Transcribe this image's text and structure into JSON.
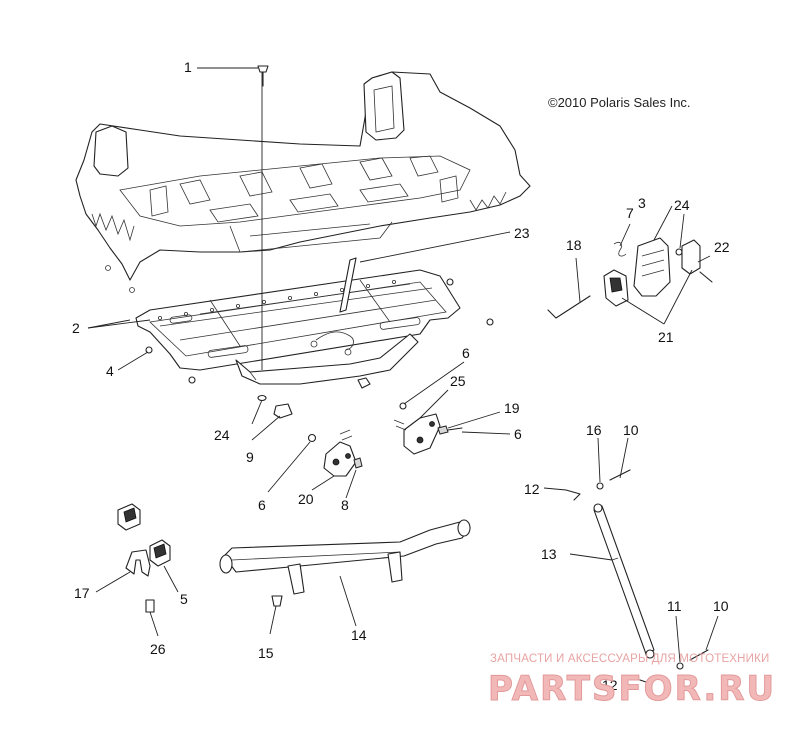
{
  "copyright": "©2010 Polaris Sales Inc.",
  "watermark": {
    "tagline": "ЗАПЧАСТИ И АКСЕССУАРЫ ДЛЯ МОТОТЕХНИКИ",
    "brand": "PARTSFOR.RU"
  },
  "callouts": [
    {
      "id": "1",
      "label": "1"
    },
    {
      "id": "2",
      "label": "2"
    },
    {
      "id": "3",
      "label": "3"
    },
    {
      "id": "4",
      "label": "4"
    },
    {
      "id": "5",
      "label": "5"
    },
    {
      "id": "6a",
      "label": "6"
    },
    {
      "id": "6b",
      "label": "6"
    },
    {
      "id": "6c",
      "label": "6"
    },
    {
      "id": "7",
      "label": "7"
    },
    {
      "id": "8",
      "label": "8"
    },
    {
      "id": "9",
      "label": "9"
    },
    {
      "id": "10a",
      "label": "10"
    },
    {
      "id": "10b",
      "label": "10"
    },
    {
      "id": "11",
      "label": "11"
    },
    {
      "id": "12a",
      "label": "12"
    },
    {
      "id": "12b",
      "label": "12"
    },
    {
      "id": "13",
      "label": "13"
    },
    {
      "id": "14",
      "label": "14"
    },
    {
      "id": "15",
      "label": "15"
    },
    {
      "id": "16",
      "label": "16"
    },
    {
      "id": "17",
      "label": "17"
    },
    {
      "id": "18",
      "label": "18"
    },
    {
      "id": "19",
      "label": "19"
    },
    {
      "id": "20",
      "label": "20"
    },
    {
      "id": "21",
      "label": "21"
    },
    {
      "id": "22",
      "label": "22"
    },
    {
      "id": "23",
      "label": "23"
    },
    {
      "id": "24a",
      "label": "24"
    },
    {
      "id": "24b",
      "label": "24"
    },
    {
      "id": "25",
      "label": "25"
    },
    {
      "id": "26",
      "label": "26"
    }
  ]
}
